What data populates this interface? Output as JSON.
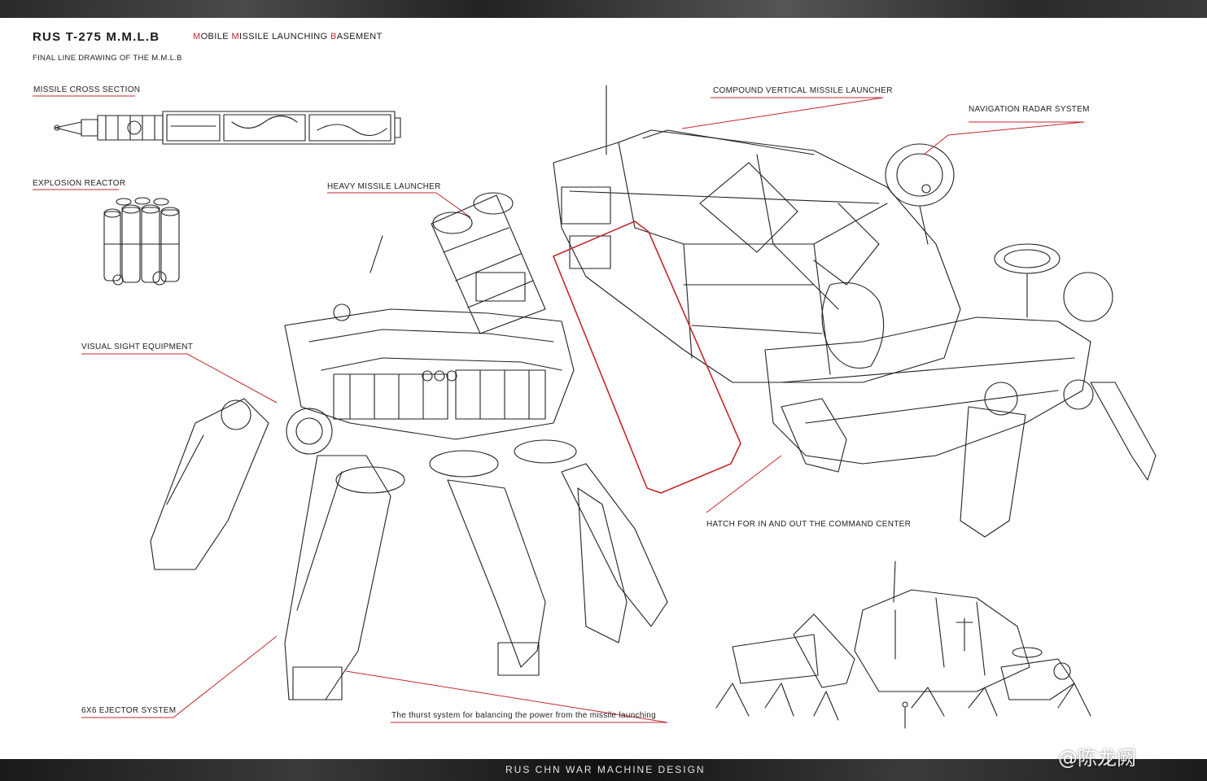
{
  "header": {
    "title": "RUS T-275 M.M.L.B",
    "subtitle_parts": [
      {
        "text": "M",
        "highlight": true
      },
      {
        "text": "OBILE ",
        "highlight": false
      },
      {
        "text": "M",
        "highlight": true
      },
      {
        "text": "ISSILE ",
        "highlight": false
      },
      {
        "text": "L",
        "highlight": false
      },
      {
        "text": "AUNCHING ",
        "highlight": false
      },
      {
        "text": "B",
        "highlight": true
      },
      {
        "text": "ASEMENT",
        "highlight": false
      }
    ],
    "caption": "FINAL LINE DRAWING OF THE M.M.L.B"
  },
  "labels": {
    "missile_cross_section": "MISSILE CROSS SECTION",
    "explosion_reactor": "EXPLOSION REACTOR",
    "heavy_missile_launcher": "HEAVY MISSILE LAUNCHER",
    "compound_vertical_missile_launcher": "COMPOUND VERTICAL MISSILE LAUNCHER",
    "navigation_radar_system": "NAVIGATION RADAR SYSTEM",
    "visual_sight_equipment": "VISUAL SIGHT EQUIPMENT",
    "hatch": "HATCH FOR IN AND OUT THE COMMAND CENTER",
    "ejector_system": "6X6 EJECTOR SYSTEM",
    "thrust_system": "The thurst system for balancing the power from the missile launching"
  },
  "footer": {
    "text": "RUS CHN WAR MACHINE DESIGN",
    "watermark": "@陈龙阙"
  },
  "colors": {
    "accent_red": "#c0282d",
    "ink": "#222222",
    "paper": "#ffffff",
    "band": "#1b1b1b"
  }
}
